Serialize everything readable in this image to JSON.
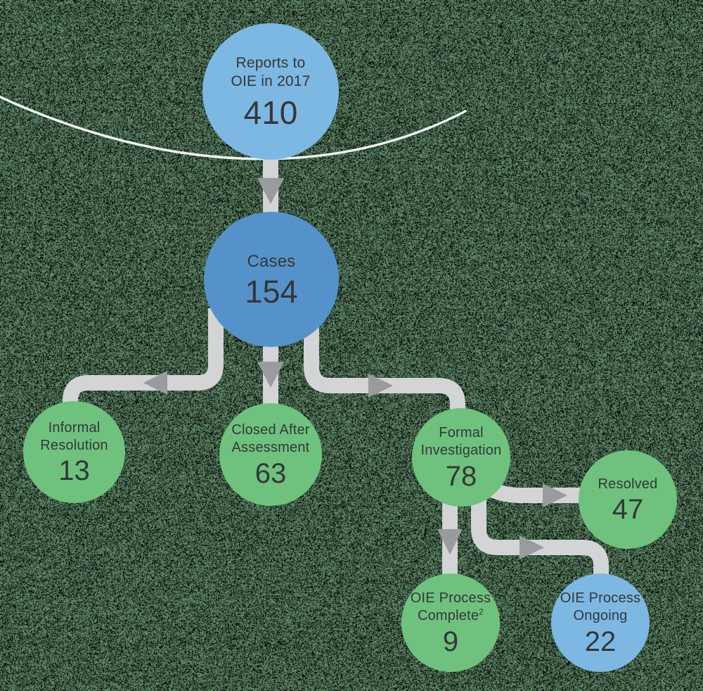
{
  "colors": {
    "background_green": "#5c8564",
    "background_speckle": "#0b0f0c",
    "circle_light_blue": "#7cb8e2",
    "circle_blue": "#5592c9",
    "circle_green": "#6ec27d",
    "connector_gray": "#d2d4d5",
    "arrowhead_gray": "#999c9e",
    "text_dark": "#353639",
    "swoosh_line": "#ecf3ee"
  },
  "nodes": {
    "reports": {
      "label_line1": "Reports to",
      "label_line2": "OIE in 2017",
      "value": "410"
    },
    "cases": {
      "label": "Cases",
      "value": "154"
    },
    "informal": {
      "label_line1": "Informal",
      "label_line2": "Resolution",
      "value": "13"
    },
    "closed": {
      "label_line1": "Closed After",
      "label_line2": "Assessment",
      "value": "63"
    },
    "formal": {
      "label_line1": "Formal",
      "label_line2": "Investigation",
      "value": "78"
    },
    "resolved": {
      "label": "Resolved",
      "value": "47"
    },
    "oie_complete": {
      "label_line1": "OIE Process",
      "label_line2": "Complete",
      "footnote_marker": "2",
      "value": "9"
    },
    "oie_ongoing": {
      "label_line1": "OIE Process",
      "label_line2": "Ongoing",
      "value": "22"
    }
  },
  "edges": [
    {
      "from": "reports",
      "to": "cases"
    },
    {
      "from": "cases",
      "to": "informal"
    },
    {
      "from": "cases",
      "to": "closed"
    },
    {
      "from": "cases",
      "to": "formal"
    },
    {
      "from": "formal",
      "to": "resolved"
    },
    {
      "from": "formal",
      "to": "oie_complete"
    },
    {
      "from": "formal",
      "to": "oie_ongoing"
    }
  ]
}
